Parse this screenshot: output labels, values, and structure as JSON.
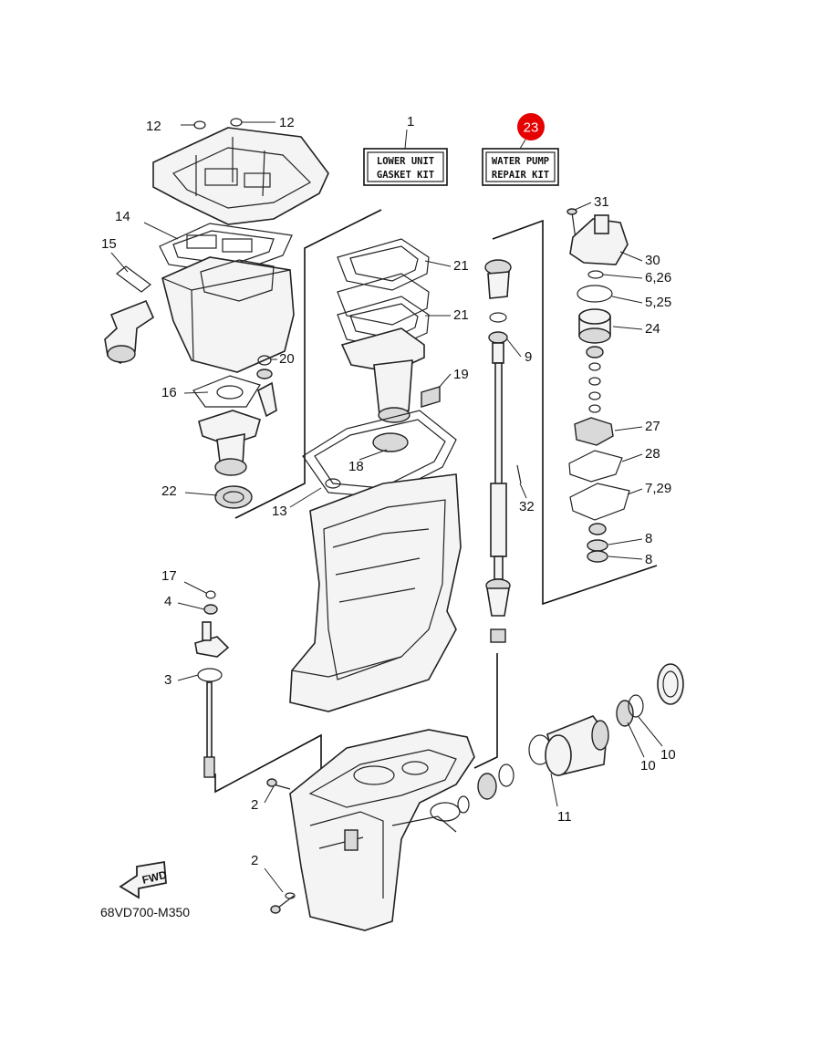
{
  "diagram": {
    "code": "68VD700-M350",
    "fwd_label": "FWD",
    "highlight_color": "#e60000",
    "kits": [
      {
        "id": "kit-lower-unit",
        "number": "1",
        "line1": "LOWER UNIT",
        "line2": "GASKET KIT"
      },
      {
        "id": "kit-water-pump",
        "number": "23",
        "line1": "WATER PUMP",
        "line2": "REPAIR KIT",
        "highlighted": true
      }
    ],
    "callouts": [
      "12",
      "12",
      "14",
      "15",
      "20",
      "16",
      "22",
      "21",
      "21",
      "19",
      "18",
      "13",
      "9",
      "32",
      "31",
      "30",
      "6,26",
      "5,25",
      "24",
      "27",
      "28",
      "7,29",
      "8",
      "8",
      "17",
      "4",
      "3",
      "10",
      "10",
      "11",
      "2",
      "2"
    ]
  }
}
